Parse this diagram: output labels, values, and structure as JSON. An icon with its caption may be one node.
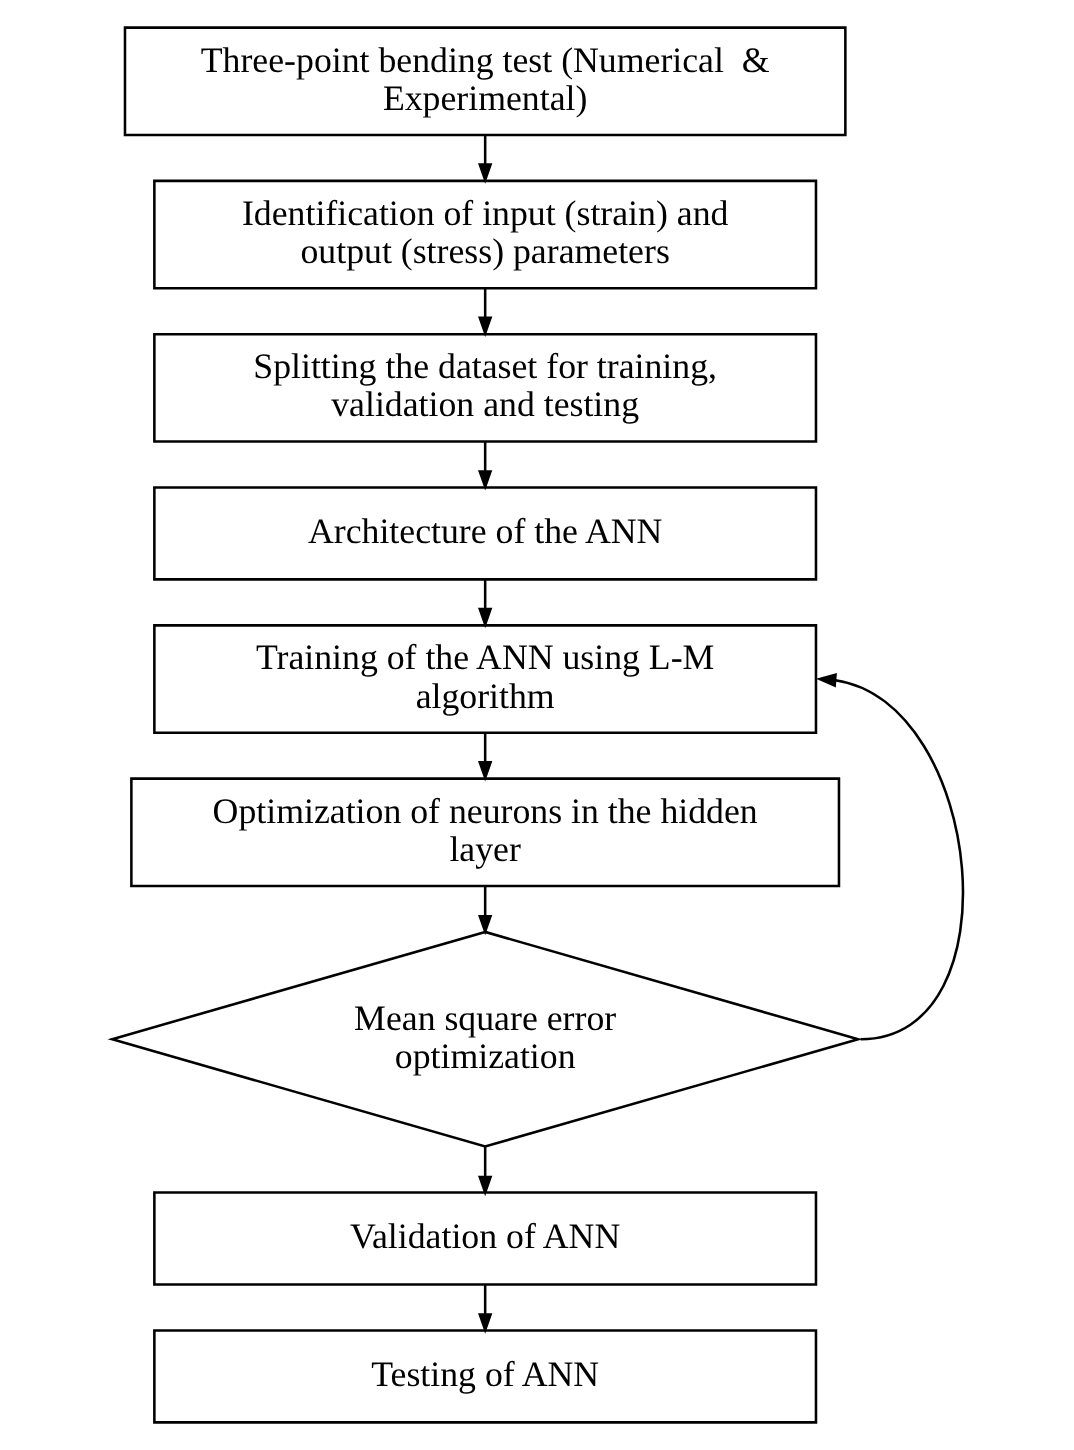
{
  "diagram": {
    "nodes": [
      {
        "text": [
          "Three-point bending test (Numerical  & Experimental)"
        ]
      },
      {
        "text": [
          "Identification of input (strain) and output (stress) parameters"
        ]
      },
      {
        "text": [
          "Splitting the dataset for training, validation and testing"
        ]
      },
      {
        "text": [
          "Architecture of the ANN"
        ]
      },
      {
        "text": [
          "Training of the ANN using L-M algorithm"
        ]
      },
      {
        "text": [
          "Optimization of neurons in the hidden layer"
        ]
      },
      {
        "text": [
          "Mean square error optimization"
        ]
      },
      {
        "text": [
          "Validation of ANN"
        ]
      },
      {
        "text": [
          "Testing of ANN"
        ]
      }
    ],
    "edges": [
      {
        "from": 0,
        "to": 1,
        "arrow": "to"
      },
      {
        "from": 1,
        "to": 2,
        "arrow": "to"
      },
      {
        "from": 2,
        "to": 3,
        "arrow": "to"
      },
      {
        "from": 3,
        "to": 4,
        "arrow": "to"
      },
      {
        "from": 4,
        "to": 5,
        "arrow": "to"
      },
      {
        "from": 5,
        "to": 6,
        "arrow": "to"
      },
      {
        "from": 6,
        "to": 7,
        "arrow": "to"
      },
      {
        "from": 7,
        "to": 8,
        "arrow": "to"
      },
      {
        "from": 6,
        "to": 4,
        "arrow": "to"
      }
    ]
  }
}
